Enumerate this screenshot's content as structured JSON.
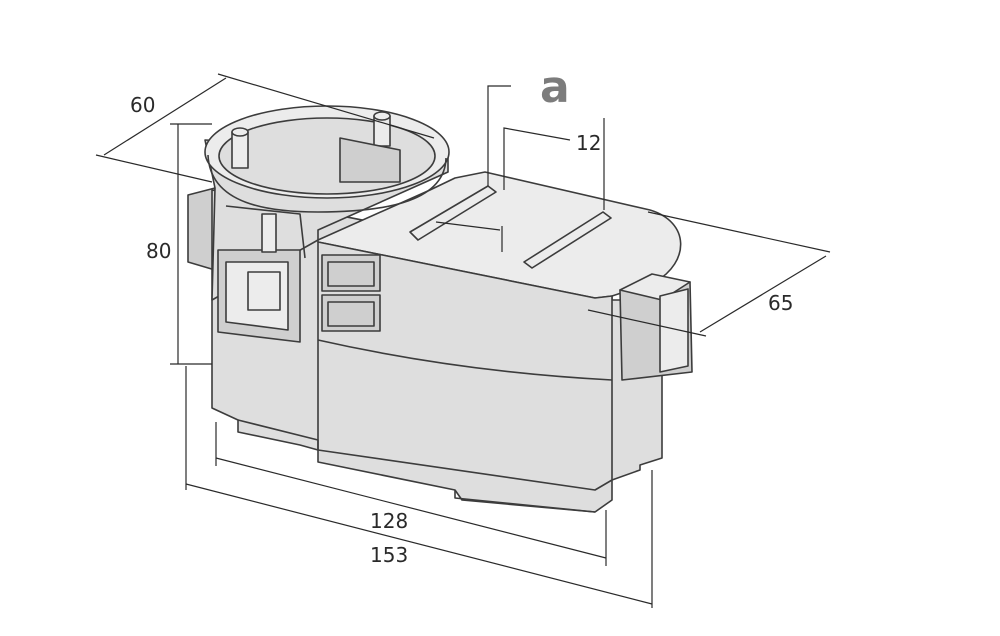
{
  "diagram": {
    "subject": "junction-box-with-round-socket",
    "dimensions": {
      "depth": "60",
      "height": "80",
      "slot": "12",
      "width_right": "65",
      "inner_length": "128",
      "overall_length": "153"
    },
    "marker": "a",
    "colors": {
      "body": "#dedede",
      "outline": "#3c3c3c",
      "dimension": "#2a2a2a",
      "marker": "#7c7c7c"
    }
  }
}
